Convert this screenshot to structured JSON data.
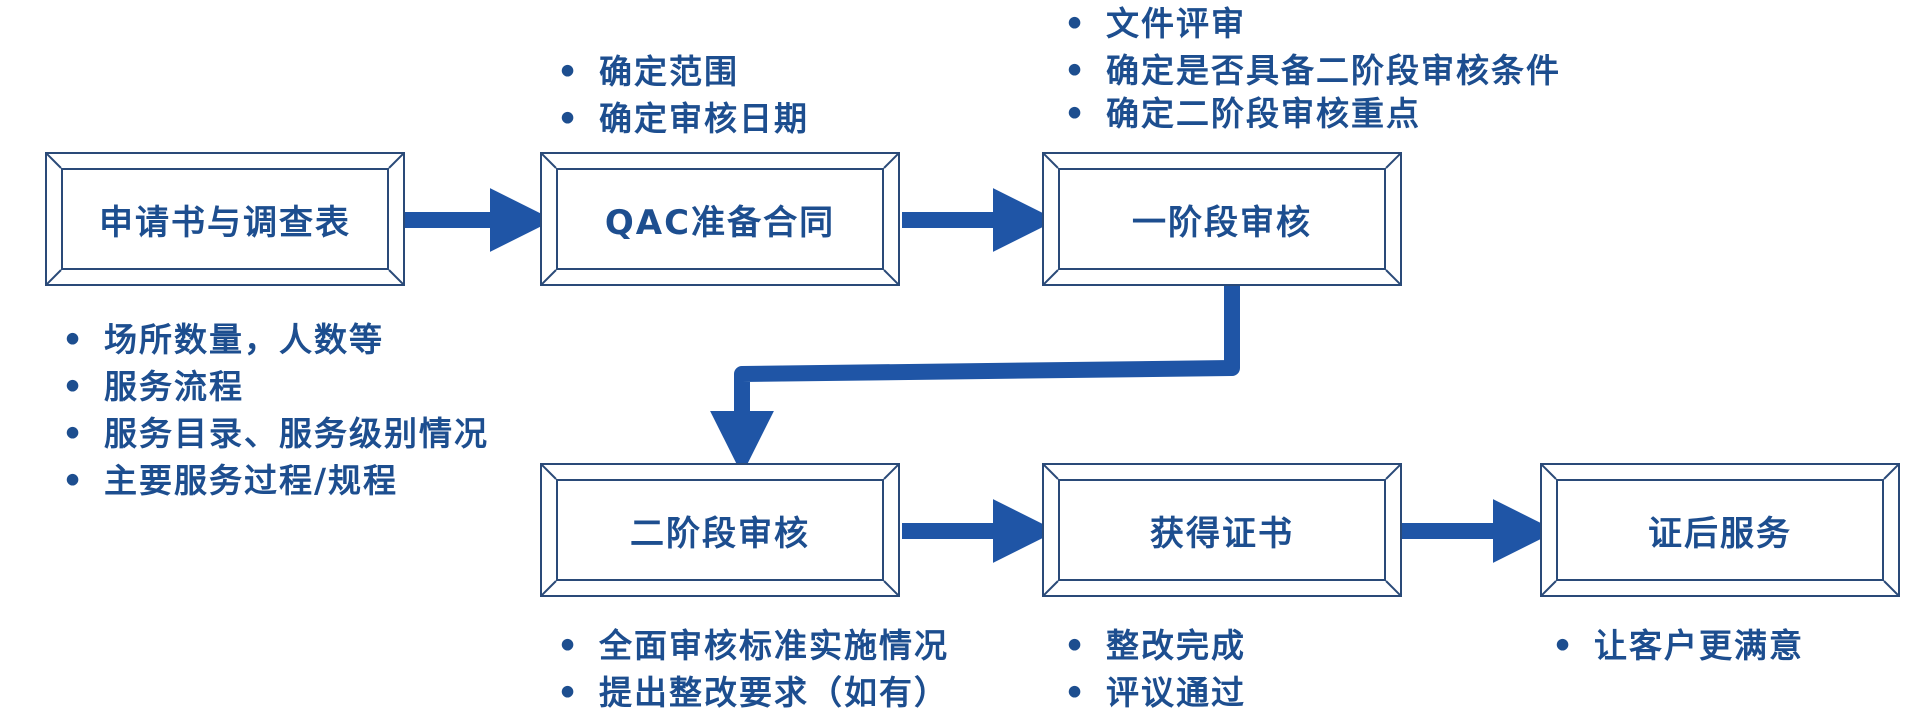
{
  "colors": {
    "accent": "#1d4e8f",
    "arrow": "#1f55a6",
    "frame": "#2a4a78"
  },
  "boxes": {
    "application": "申请书与调查表",
    "contract": "QAC准备合同",
    "stage1": "一阶段审核",
    "stage2": "二阶段审核",
    "certificate": "获得证书",
    "post_service": "证后服务"
  },
  "notes": {
    "application": [
      "场所数量，人数等",
      "服务流程",
      "服务目录、服务级别情况",
      "主要服务过程/规程"
    ],
    "contract": [
      "确定范围",
      "确定审核日期"
    ],
    "stage1": [
      "文件评审",
      "确定是否具备二阶段审核条件",
      "确定二阶段审核重点"
    ],
    "stage2": [
      "全面审核标准实施情况",
      "提出整改要求（如有）"
    ],
    "certificate": [
      "整改完成",
      "评议通过"
    ],
    "post_service": [
      "让客户更满意"
    ]
  }
}
